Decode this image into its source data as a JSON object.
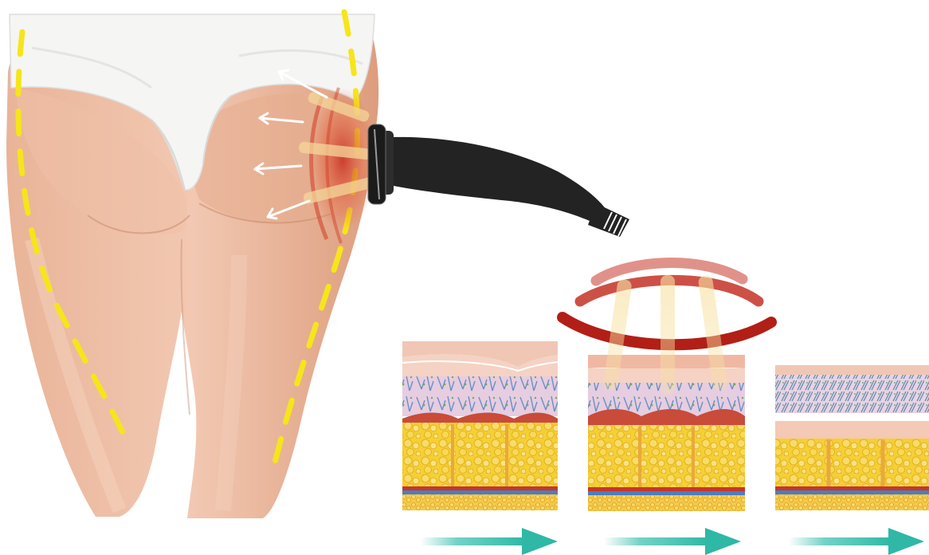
{
  "illustration": {
    "subject": "treatment-on-thigh-and-buttocks",
    "stages": [
      {
        "state": "before",
        "arrow": true
      },
      {
        "state": "during-waves",
        "arrow": true
      },
      {
        "state": "after",
        "arrow": true
      }
    ],
    "colors": {
      "skin_light": "#f2c6b0",
      "skin_mid": "#e3a98a",
      "underwear": "#f4f4f2",
      "guide_dash": "#f6e51b",
      "handpiece": "#232323",
      "heat_red": "#c0221a",
      "heat_orange": "#e87a52",
      "beam": "#f7dca0",
      "dermis": "#e8cfe0",
      "fat": "#f5cf36",
      "fiber_blue": "#5b86b8",
      "muscle_red": "#c8362a",
      "progress_arrow": "#35bfae"
    }
  }
}
